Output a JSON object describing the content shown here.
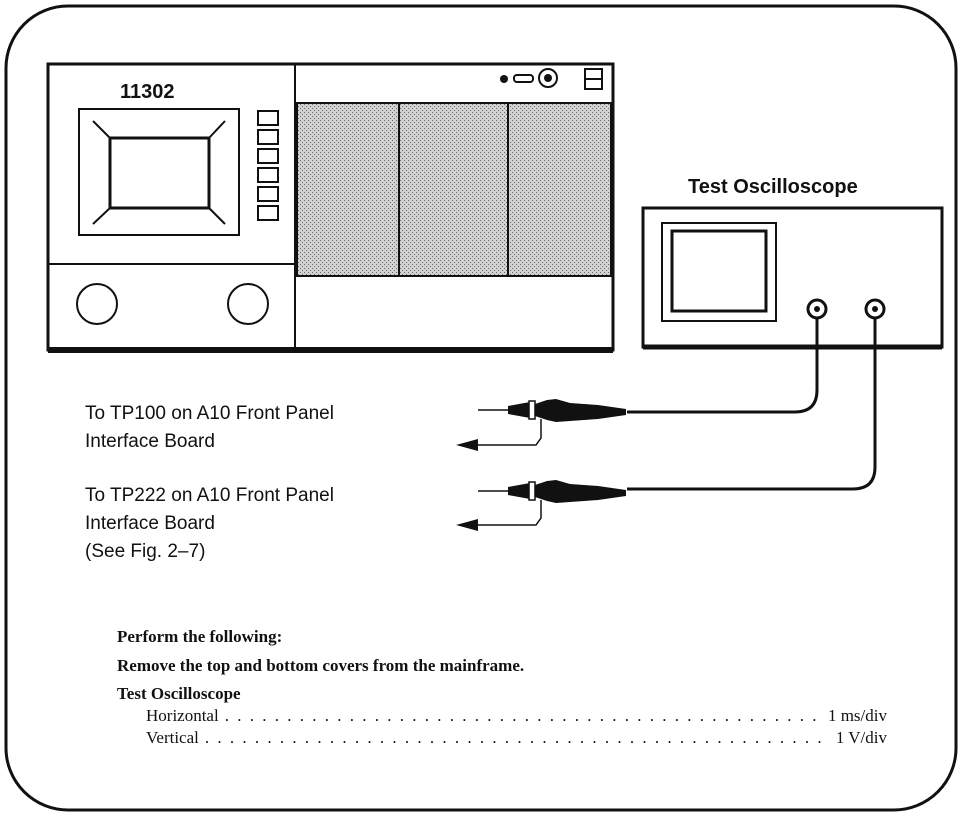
{
  "mainframe": {
    "model_label": "11302"
  },
  "test_scope": {
    "label": "Test Oscilloscope"
  },
  "probes": [
    {
      "line1": "To TP100 on A10 Front Panel",
      "line2": "Interface Board",
      "line3": ""
    },
    {
      "line1": "To TP222 on A10 Front Panel",
      "line2": "Interface Board",
      "line3": "(See Fig. 2–7)"
    }
  ],
  "instructions": {
    "heading": "Perform the following:",
    "step": "Remove the top and bottom covers from the mainframe.",
    "settings_title": "Test Oscilloscope",
    "settings": [
      {
        "name": "Horizontal",
        "value": "1 ms/div"
      },
      {
        "name": "Vertical",
        "value": "1 V/div"
      }
    ]
  }
}
